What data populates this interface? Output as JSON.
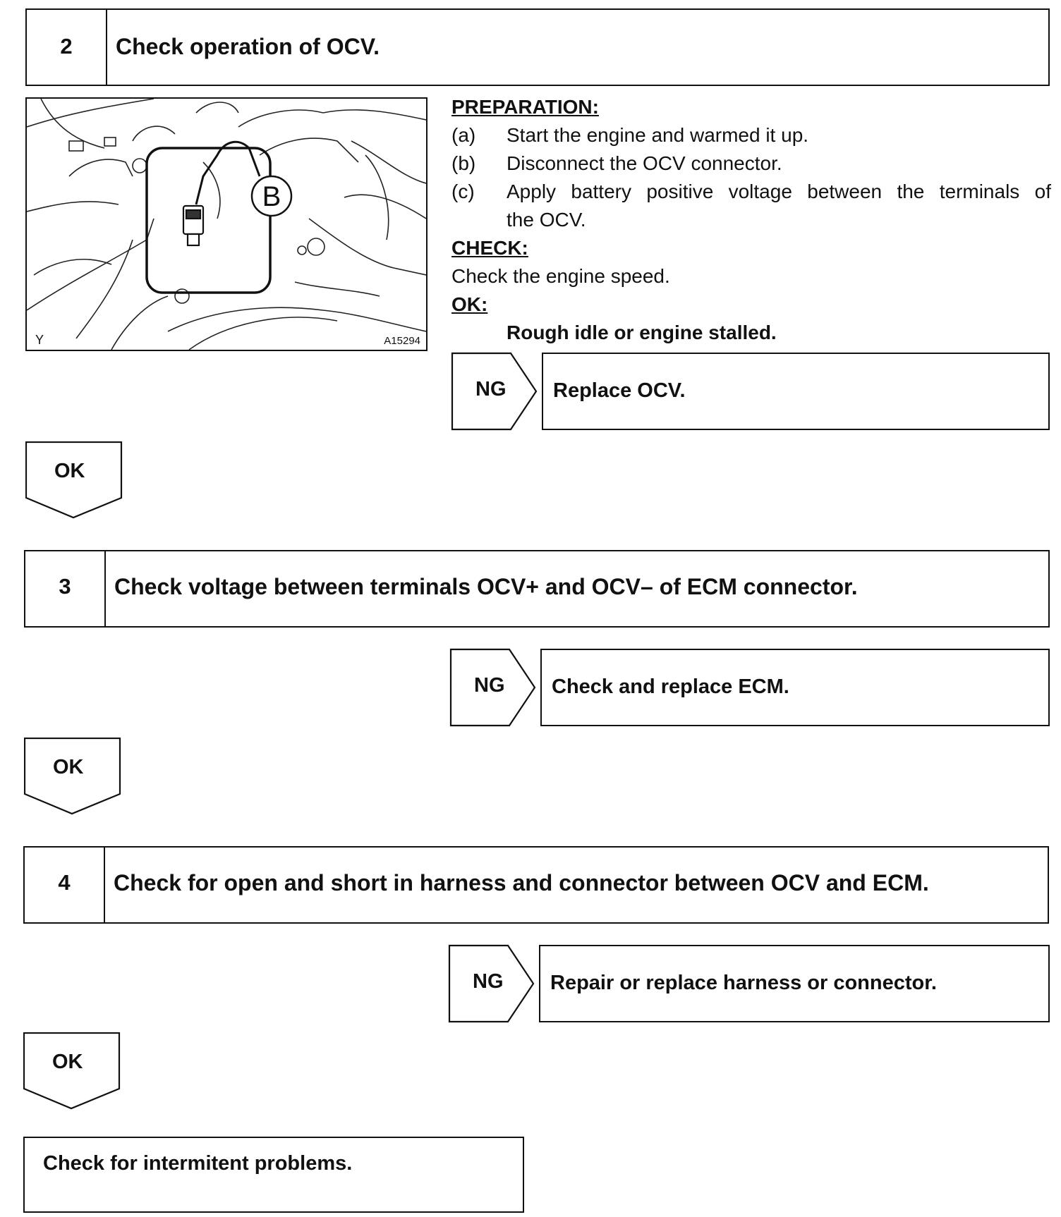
{
  "steps": [
    {
      "number": "2",
      "title": "Check operation of OCV."
    },
    {
      "number": "3",
      "title": "Check voltage between terminals OCV+ and OCV– of ECM connector."
    },
    {
      "number": "4",
      "title": "Check for open and short in harness and connector between OCV and ECM."
    }
  ],
  "illustration": {
    "callout_letter": "B",
    "corner_left": "Y",
    "figure_code": "A15294"
  },
  "procedure": {
    "preparation_header": "PREPARATION:",
    "preparation_items": [
      {
        "label": "(a)",
        "text": "Start the engine and warmed it up."
      },
      {
        "label": "(b)",
        "text": "Disconnect the OCV connector."
      },
      {
        "label": "(c)",
        "text_line1": "Apply battery positive voltage between the terminals of",
        "text_line2": "the OCV."
      }
    ],
    "check_header": "CHECK:",
    "check_text": "Check the engine speed.",
    "ok_header": "OK:",
    "ok_text": "Rough idle or engine stalled."
  },
  "ng_results": [
    {
      "label": "NG",
      "action": "Replace OCV."
    },
    {
      "label": "NG",
      "action": "Check and replace ECM."
    },
    {
      "label": "NG",
      "action": "Repair or replace harness or connector."
    }
  ],
  "ok_arrows": [
    "OK",
    "OK",
    "OK"
  ],
  "final_step": "Check for intermitent problems."
}
